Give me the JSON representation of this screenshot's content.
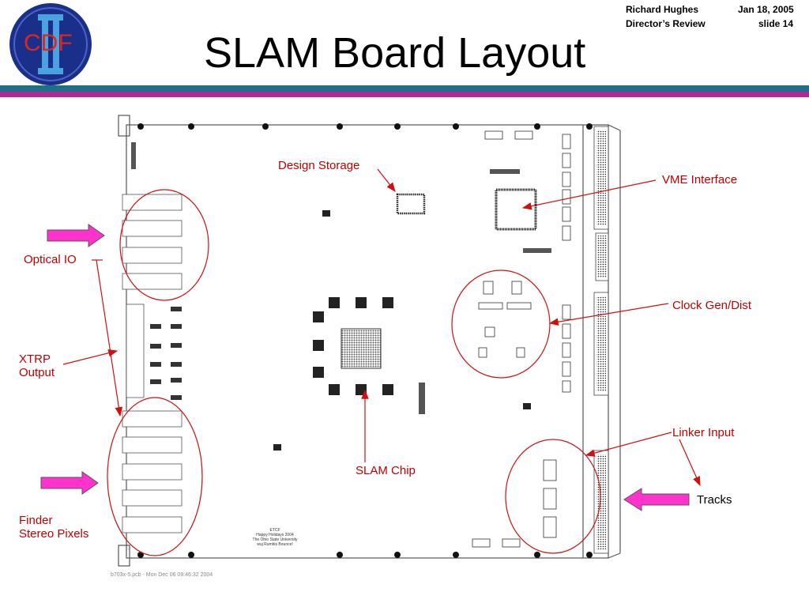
{
  "header": {
    "author": "Richard Hughes",
    "date": "Jan 18, 2005",
    "event": "Director’s  Review",
    "slide": "slide 14"
  },
  "logo": {
    "text": "CDF",
    "numeral": "II"
  },
  "title": "SLAM Board Layout",
  "labels": {
    "design_storage": "Design Storage",
    "vme_interface": "VME Interface",
    "optical_io": "Optical IO",
    "clock_gen": "Clock Gen/Dist",
    "xtrp_output_1": "XTRP",
    "xtrp_output_2": "Output",
    "linker_input": "Linker Input",
    "slam_chip": "SLAM Chip",
    "tracks": "Tracks",
    "finder_1": "Finder",
    "finder_2": "Stereo Pixels"
  },
  "board": {
    "footer_text": "b703x-5.pcb - Mon Dec 06 09:46:32 2004",
    "silk_text": [
      "ETCF",
      "Happy Holidays 2004",
      "The Ohio State University",
      "wuj  Rumbis Bounce!"
    ]
  },
  "colors": {
    "accent_red": "#cc0000",
    "arrow_magenta": "#ff33cc",
    "bar_teal": "#1f6f86",
    "bar_purple": "#a0208a"
  }
}
